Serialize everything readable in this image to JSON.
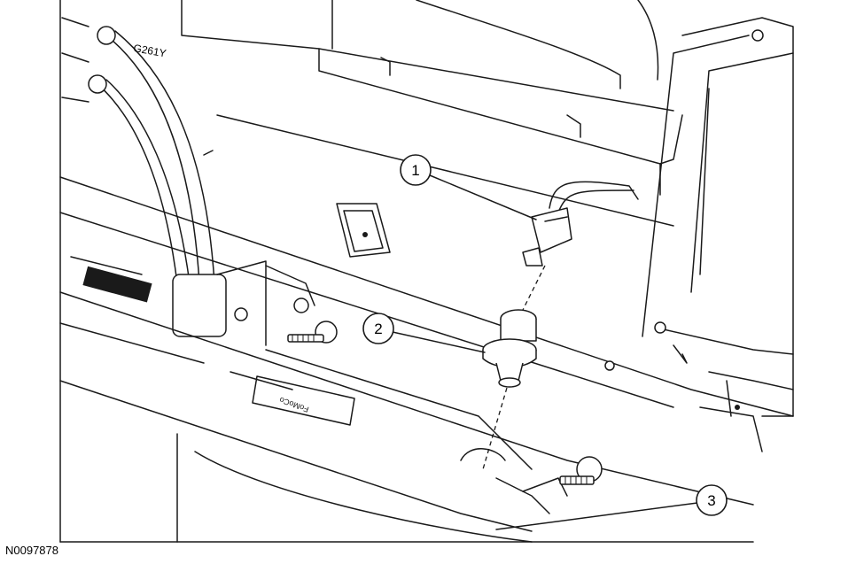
{
  "figure": {
    "reference_id": "N0097878",
    "callouts": [
      {
        "label": "1"
      },
      {
        "label": "2"
      },
      {
        "label": "3"
      }
    ],
    "wiring_label": "G261Y"
  }
}
